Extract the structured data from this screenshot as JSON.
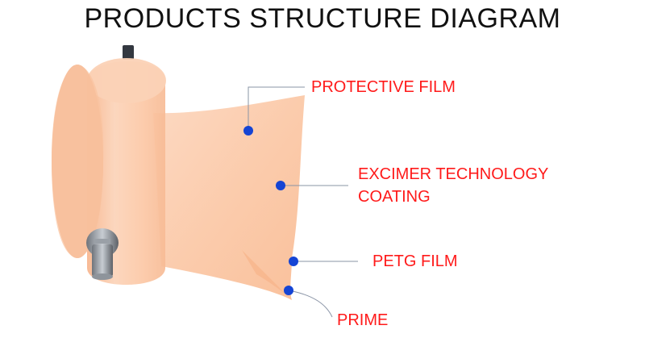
{
  "title": "PRODUCTS STRUCTURE DIAGRAM",
  "colors": {
    "label": "#ff1a1a",
    "dot": "#1544d4",
    "leader": "#8a94a6",
    "film": "#f9c7a5",
    "film_edge": "#f6b48a"
  },
  "layers": [
    {
      "lines": [
        "PROTECTIVE FILM"
      ]
    },
    {
      "lines": [
        "EXCIMER TECHNOLOGY",
        "COATING"
      ]
    },
    {
      "lines": [
        "PETG FILM"
      ]
    },
    {
      "lines": [
        "PRIME"
      ]
    }
  ]
}
